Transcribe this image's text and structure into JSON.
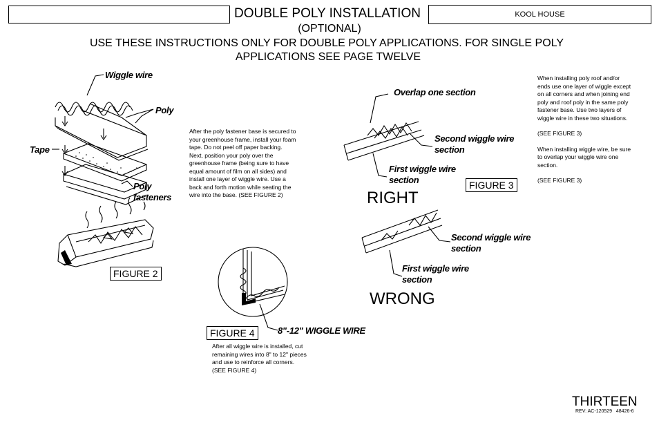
{
  "header": {
    "title": "DOUBLE POLY INSTALLATION",
    "brand": "KOOL HOUSE",
    "subtitle": "(OPTIONAL)",
    "notice_line1": "USE THESE INSTRUCTIONS ONLY FOR DOUBLE POLY APPLICATIONS.  FOR SINGLE POLY",
    "notice_line2": "APPLICATIONS SEE PAGE TWELVE"
  },
  "figure2": {
    "label": "FIGURE 2",
    "callouts": {
      "wiggle_wire": "Wiggle wire",
      "poly": "Poly",
      "tape": "Tape",
      "poly_fasteners_1": "Poly",
      "poly_fasteners_2": "fasteners"
    }
  },
  "instructions_center": [
    "After the poly fastener base is secured to",
    "your greenhouse frame, install your foam",
    "tape.  Do not peel off paper backing.",
    "Next, position your poly over the",
    "greenhouse frame (being sure to have",
    "equal amount of film on all sides) and",
    "install one layer of wiggle wire.  Use a",
    "back and forth motion while seating the",
    "wire into the base.  (SEE FIGURE 2)"
  ],
  "figure3": {
    "label": "FIGURE 3",
    "right_label": "RIGHT",
    "wrong_label": "WRONG",
    "callouts": {
      "overlap": "Overlap one section",
      "second_1": "Second wiggle wire",
      "second_2": "section",
      "first_1": "First wiggle wire",
      "first_2": "section"
    }
  },
  "instructions_right": {
    "para1": [
      "When installing poly roof and/or",
      "ends use one layer of wiggle except",
      "on all corners and when joining end",
      "poly and roof poly in the same poly",
      "fastener base.  Use two layers of",
      "wiggle wire in these two situations."
    ],
    "ref1": "(SEE FIGURE 3)",
    "para2": [
      "When installing wiggle wire, be sure",
      "to overlap your wiggle wire one",
      "section."
    ],
    "ref2": "(SEE FIGURE 3)"
  },
  "figure4": {
    "label": "FIGURE 4",
    "callout": "8\"-12\" WIGGLE WIRE",
    "caption": [
      "After all wiggle wire is installed, cut",
      "remaining wires into 8\" to 12\" pieces",
      "and use to reinforce all corners.",
      "(SEE FIGURE 4)"
    ]
  },
  "footer": {
    "page_word": "THIRTEEN",
    "revision": "REV: AC-120529   48426-6"
  }
}
